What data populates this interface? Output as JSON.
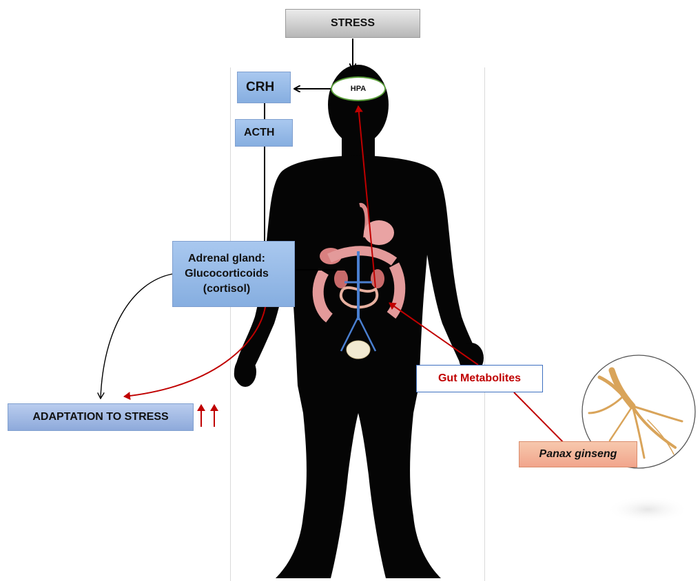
{
  "nodes": {
    "stress": "STRESS",
    "hpa": "HPA",
    "crh": "CRH",
    "acth": "ACTH",
    "adrenal_line1": "Adrenal gland:",
    "adrenal_line2": "Glucocorticoids",
    "adrenal_line3": "(cortisol)",
    "adaptation": "ADAPTATION TO STRESS",
    "gut_metabolites": "Gut Metabolites",
    "panax": "Panax ginseng"
  },
  "colors": {
    "box_blue": "#95b8e6",
    "red_arrow": "#c00000",
    "black_arrow": "#000000",
    "hpa_border": "#5a9f3a",
    "gut_border": "#3c6fc0",
    "panax_fill": "#f4b49b"
  },
  "icons": {
    "body": "human-silhouette",
    "organs": "digestive-organs",
    "ginseng": "ginseng-root"
  }
}
